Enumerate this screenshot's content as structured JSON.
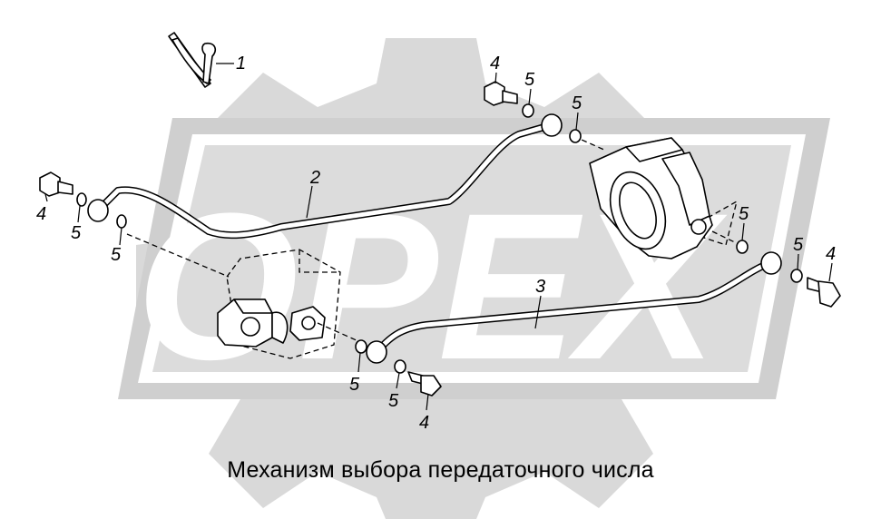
{
  "caption": "Механизм выбора передаточного числа",
  "watermark": {
    "text": "OPEX",
    "color": "#d9d9d9"
  },
  "callouts": {
    "c1": "1",
    "c2": "2",
    "c3": "3",
    "c4a": "4",
    "c4b": "4",
    "c4c": "4",
    "c4d": "4",
    "c5a": "5",
    "c5b": "5",
    "c5c": "5",
    "c5d": "5",
    "c5e": "5",
    "c5f": "5",
    "c5g": "5",
    "c5h": "5"
  }
}
